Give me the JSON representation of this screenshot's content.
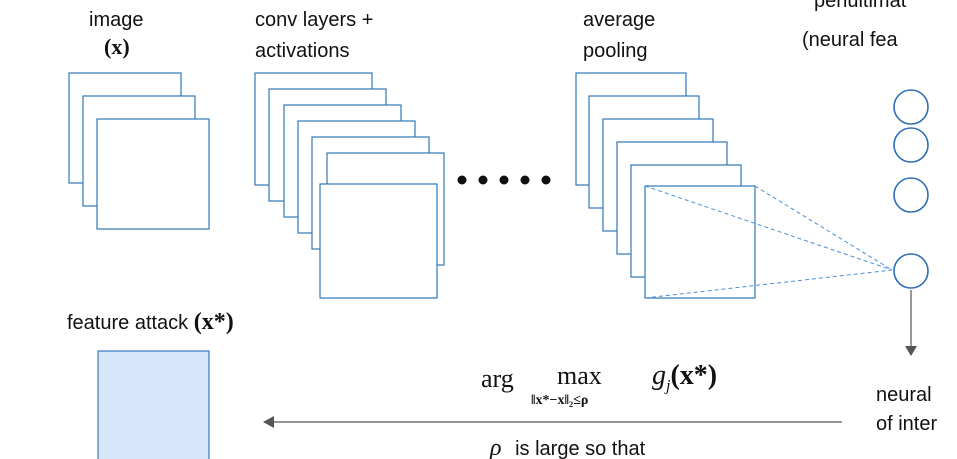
{
  "labels": {
    "image_line1": "image",
    "image_line2": "(x)",
    "conv_line1": "conv layers +",
    "conv_line2": "activations",
    "pool_line1": "average",
    "pool_line2": "pooling",
    "penult_line1": "penultimat",
    "penult_line2": "(neural fea",
    "feature_attack": "feature attack",
    "feature_attack_math": "(x*)",
    "neural_line1": "neural",
    "neural_line2": "of inter",
    "rho_text": "is large so that"
  },
  "formula": {
    "arg": "arg",
    "max": "max",
    "constraint": "‖x*−x‖₂≤ρ",
    "g": "g",
    "j": "j",
    "x_star": "(x*)",
    "rho": "ρ"
  },
  "colors": {
    "frame_stroke": "#2f78b8",
    "neuron_stroke": "#2e6fb5",
    "dashed_line": "#4a90d9",
    "arrow": "#555555",
    "attack_fill": "#d6e6fb",
    "attack_stroke": "#3a78c4"
  }
}
